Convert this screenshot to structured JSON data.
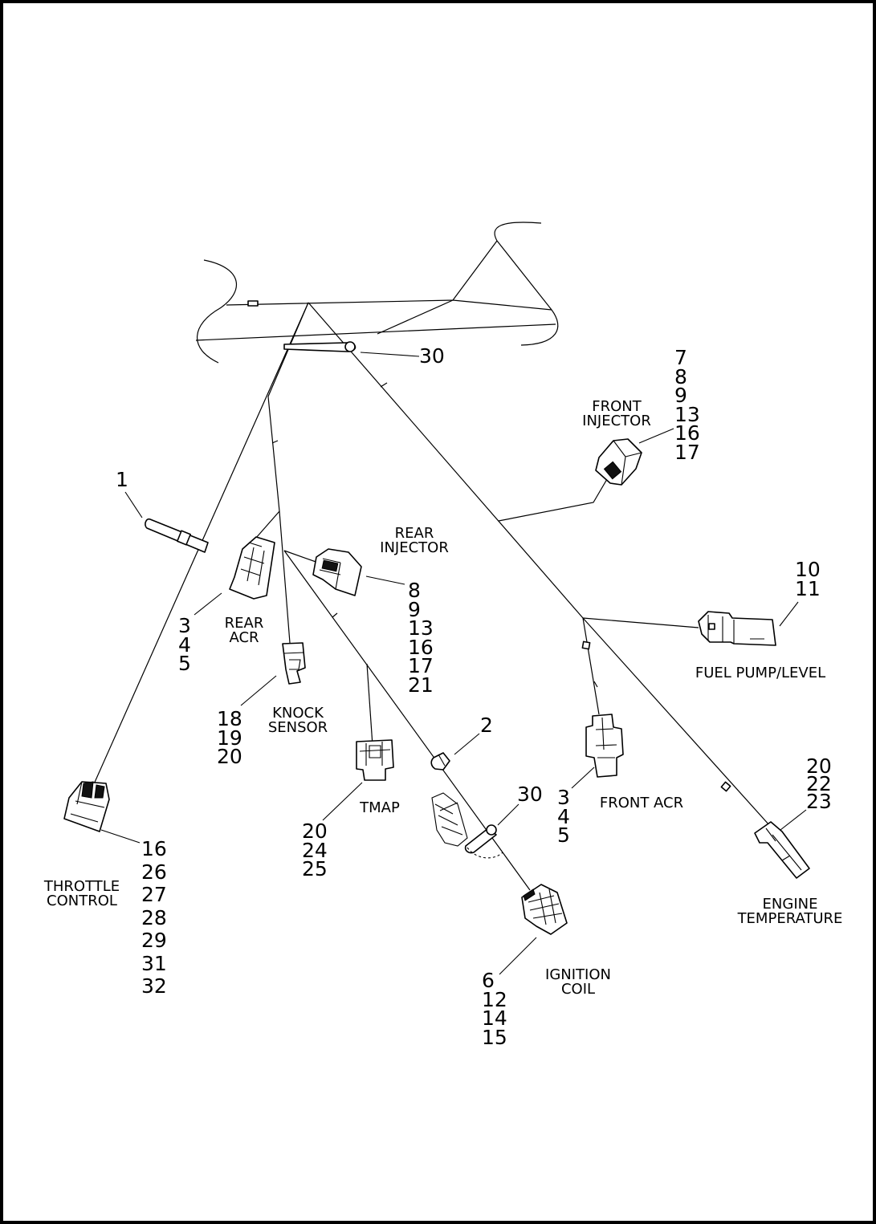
{
  "diagram": {
    "components": [
      {
        "id": "front-injector",
        "label_lines": [
          "FRONT",
          "INJECTOR"
        ],
        "callouts": [
          "7",
          "8",
          "9",
          "13",
          "16",
          "17"
        ]
      },
      {
        "id": "rear-injector",
        "label_lines": [
          "REAR",
          "INJECTOR"
        ],
        "callouts": [
          "8",
          "9",
          "13",
          "16",
          "17",
          "21"
        ]
      },
      {
        "id": "rear-acr",
        "label_lines": [
          "REAR",
          "ACR"
        ],
        "callouts": [
          "3",
          "4",
          "5"
        ]
      },
      {
        "id": "knock-sensor",
        "label_lines": [
          "KNOCK",
          "SENSOR"
        ],
        "callouts": [
          "18",
          "19",
          "20"
        ]
      },
      {
        "id": "fuel-pump-level",
        "label_lines": [
          "FUEL PUMP/LEVEL"
        ],
        "callouts": [
          "10",
          "11"
        ]
      },
      {
        "id": "tmap",
        "label_lines": [
          "TMAP"
        ],
        "callouts": [
          "20",
          "24",
          "25"
        ]
      },
      {
        "id": "front-acr",
        "label_lines": [
          "FRONT ACR"
        ],
        "callouts": [
          "3",
          "4",
          "5"
        ]
      },
      {
        "id": "throttle-control",
        "label_lines": [
          "THROTTLE",
          "CONTROL"
        ],
        "callouts": [
          "16",
          "26",
          "27",
          "28",
          "29",
          "31",
          "32"
        ]
      },
      {
        "id": "engine-temperature",
        "label_lines": [
          "ENGINE",
          "TEMPERATURE"
        ],
        "callouts": [
          "20",
          "22",
          "23"
        ]
      },
      {
        "id": "ignition-coil",
        "label_lines": [
          "IGNITION",
          "COIL"
        ],
        "callouts": [
          "6",
          "12",
          "14",
          "15"
        ]
      }
    ],
    "single_callouts": [
      {
        "id": "cable-strap-top",
        "number": "30"
      },
      {
        "id": "clip-left",
        "number": "1"
      },
      {
        "id": "clip-2",
        "number": "2"
      },
      {
        "id": "cable-strap-lower",
        "number": "30"
      }
    ]
  }
}
